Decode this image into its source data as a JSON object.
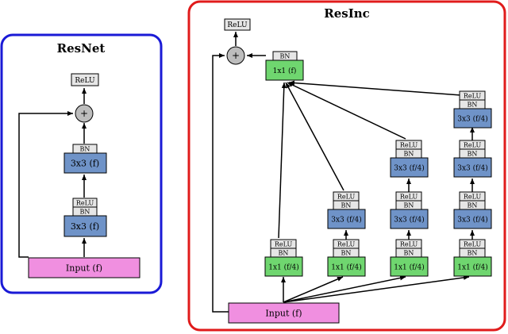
{
  "resnet": {
    "title": "ResNet",
    "relu": "ReLU",
    "plus": "+",
    "bn": "BN",
    "conv": "3x3 (f)",
    "input": "Input (f)"
  },
  "resinc": {
    "title": "ResInc",
    "relu": "ReLU",
    "plus": "+",
    "bn": "BN",
    "conv_out": "1x1 (f)",
    "conv_branch": "1x1 (f/4)",
    "conv_mid": "3x3 (f/4)",
    "input": "Input (f)"
  },
  "colors": {
    "resnet_border": "#1a1ad6",
    "resinc_border": "#e01b1b",
    "conv3x3_fill": "#6f93c8",
    "conv1x1_fill": "#6fd66f",
    "input_fill": "#f08fe0",
    "label_fill": "#e6e6e6",
    "plus_fill": "#bdbdbd"
  }
}
